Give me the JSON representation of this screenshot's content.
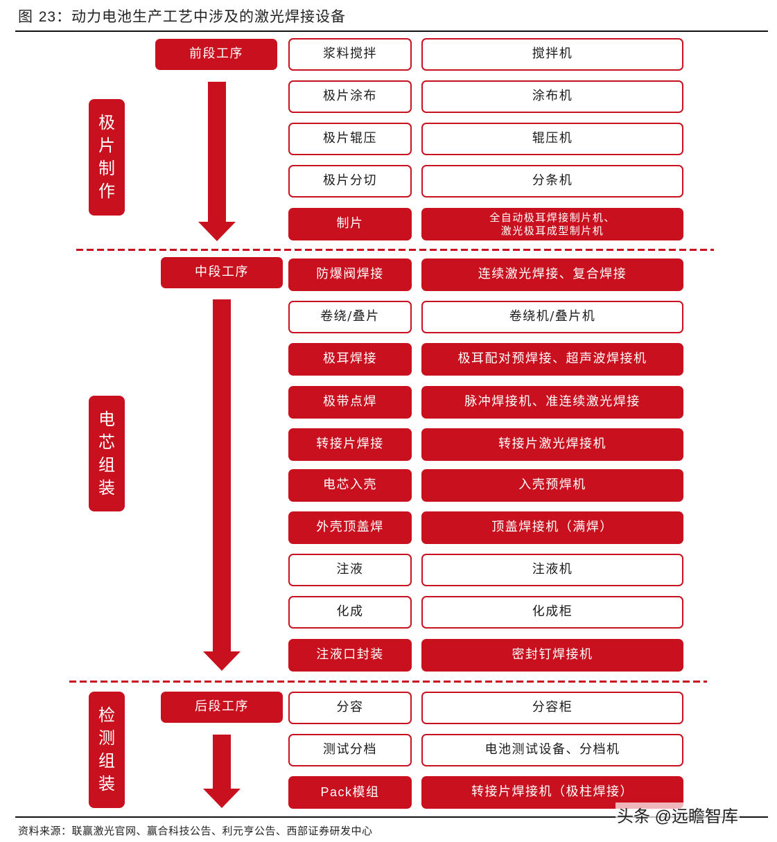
{
  "figure": {
    "title_prefix": "图",
    "title_number": "23",
    "title_text": "：动力电池生产工艺中涉及的激光焊接设备",
    "source": "资料来源：联赢激光官网、赢合科技公告、利元亨公告、西部证券研发中心",
    "watermark": "头条 @远瞻智库"
  },
  "colors": {
    "accent": "#c8101e",
    "text": "#1a1a1a",
    "rule": "#111111"
  },
  "stages": [
    {
      "label": "极片制作",
      "chars": [
        "极",
        "片",
        "制",
        "作"
      ],
      "phase_label": "前段工序"
    },
    {
      "label": "电芯组装",
      "chars": [
        "电",
        "芯",
        "组",
        "装"
      ],
      "phase_label": "中段工序"
    },
    {
      "label": "检测组装",
      "chars": [
        "检",
        "测",
        "组",
        "装"
      ],
      "phase_label": "后段工序"
    }
  ],
  "rows": [
    {
      "process": "浆料搅拌",
      "equipment": "搅拌机",
      "laser": false
    },
    {
      "process": "极片涂布",
      "equipment": "涂布机",
      "laser": false
    },
    {
      "process": "极片辊压",
      "equipment": "辊压机",
      "laser": false
    },
    {
      "process": "极片分切",
      "equipment": "分条机",
      "laser": false
    },
    {
      "process": "制片",
      "equipment_line1": "全自动极耳焊接制片机、",
      "equipment_line2": "激光极耳成型制片机",
      "laser": true
    },
    {
      "process": "防爆阀焊接",
      "equipment": "连续激光焊接、复合焊接",
      "laser": true
    },
    {
      "process": "卷绕/叠片",
      "equipment": "卷绕机/叠片机",
      "laser": false
    },
    {
      "process": "极耳焊接",
      "equipment": "极耳配对预焊接、超声波焊接机",
      "laser": true
    },
    {
      "process": "极带点焊",
      "equipment": "脉冲焊接机、准连续激光焊接",
      "laser": true
    },
    {
      "process": "转接片焊接",
      "equipment": "转接片激光焊接机",
      "laser": true
    },
    {
      "process": "电芯入壳",
      "equipment": "入壳预焊机",
      "laser": true
    },
    {
      "process": "外壳顶盖焊",
      "equipment": "顶盖焊接机（满焊）",
      "laser": true
    },
    {
      "process": "注液",
      "equipment": "注液机",
      "laser": false
    },
    {
      "process": "化成",
      "equipment": "化成柜",
      "laser": false
    },
    {
      "process": "注液口封装",
      "equipment": "密封钉焊接机",
      "laser": true
    },
    {
      "process": "分容",
      "equipment": "分容柜",
      "laser": false
    },
    {
      "process": "测试分档",
      "equipment": "电池测试设备、分档机",
      "laser": false
    },
    {
      "process": "Pack模组",
      "equipment": "转接片焊接机（极柱焊接）",
      "laser": true
    }
  ]
}
